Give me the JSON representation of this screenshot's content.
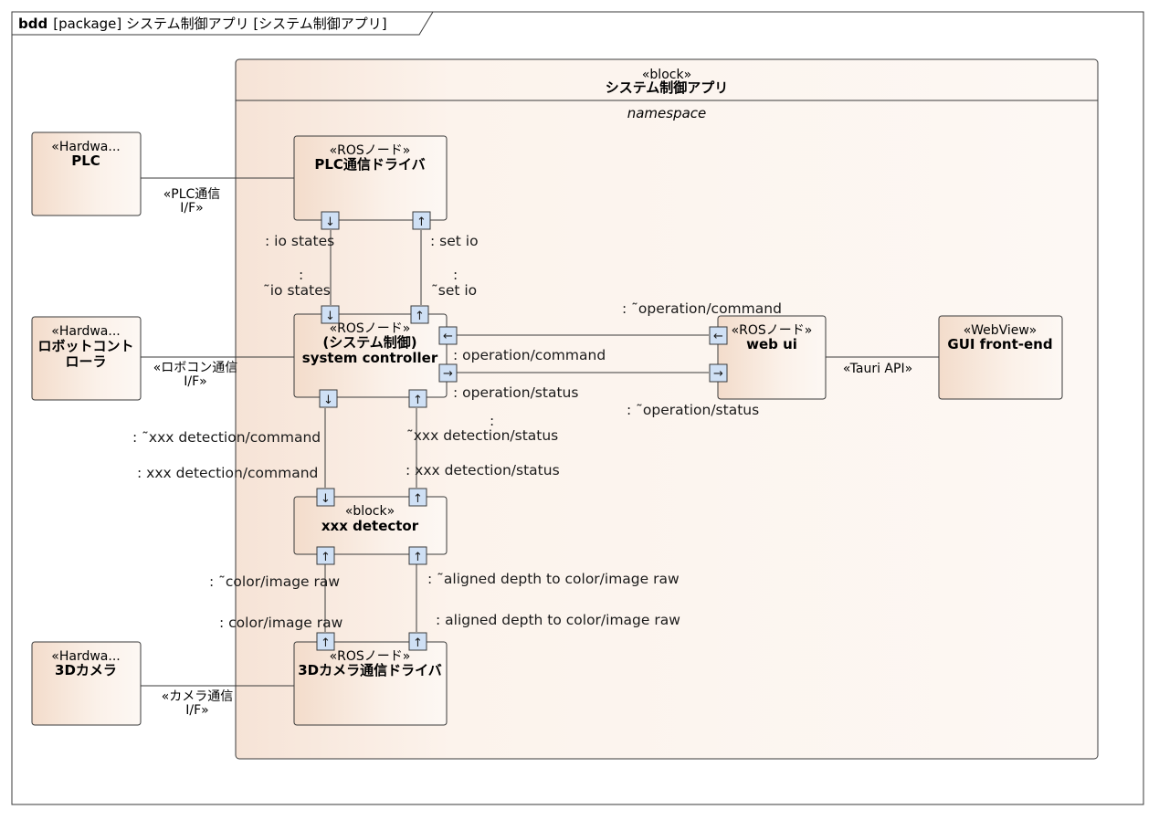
{
  "frame": {
    "kind": "bdd",
    "label": "[package] システム制御アプリ [システム制御アプリ]"
  },
  "container": {
    "stereotype": "«block»",
    "name": "システム制御アプリ",
    "compartment": "namespace"
  },
  "blocks": {
    "plc": {
      "stereotype": "«Hardwa...",
      "name": "PLC"
    },
    "robot": {
      "stereotype": "«Hardwa...",
      "name_line1": "ロボットコント",
      "name_line2": "ローラ"
    },
    "camera": {
      "stereotype": "«Hardwa...",
      "name": "3Dカメラ"
    },
    "plc_driver": {
      "stereotype": "«ROSノード»",
      "name": "PLC通信ドライバ"
    },
    "system_controller": {
      "stereotype": "«ROSノード»",
      "name_line1": "(システム制御)",
      "name_line2": "system controller"
    },
    "web_ui": {
      "stereotype": "«ROSノード»",
      "name": "web ui"
    },
    "gui": {
      "stereotype": "«WebView»",
      "name": "GUI front-end"
    },
    "detector": {
      "stereotype": "«block»",
      "name": "xxx detector"
    },
    "camera_driver": {
      "stereotype": "«ROSノード»",
      "name": "3Dカメラ通信ドライバ"
    }
  },
  "connectors": {
    "plc_if": {
      "line1": "«PLC通信",
      "line2": "I/F»"
    },
    "robot_if": {
      "line1": "«ロボコン通信",
      "line2": "I/F»"
    },
    "camera_if": {
      "line1": "«カメラ通信",
      "line2": "I/F»"
    },
    "tauri": "«Tauri API»"
  },
  "ports": {
    "io_states": ": io states",
    "io_states_conj_colon": ":",
    "io_states_conj": "˜io states",
    "set_io": ": set io",
    "set_io_conj_colon": ":",
    "set_io_conj": "˜set io",
    "op_command_conj": ": ˜operation/command",
    "op_command": ": operation/command",
    "op_status": ": operation/status",
    "op_status_conj": ": ˜operation/status",
    "det_command_conj": ": ˜xxx detection/command",
    "det_command": ": xxx detection/command",
    "det_status_conj_colon": ":",
    "det_status_conj": "˜xxx detection/status",
    "det_status": ": xxx detection/status",
    "color_conj": ": ˜color/image raw",
    "color": ": color/image raw",
    "depth_conj": ": ˜aligned depth to color/image raw",
    "depth": ": aligned depth to color/image raw"
  },
  "arrows": {
    "down": "↓",
    "up": "↑",
    "left": "←",
    "right": "→"
  },
  "colors": {
    "block_fill_light": "#fbf1e9",
    "block_fill_dark": "#f3dccb",
    "port_fill": "#cfe0f5",
    "line": "#3a3a3a"
  }
}
